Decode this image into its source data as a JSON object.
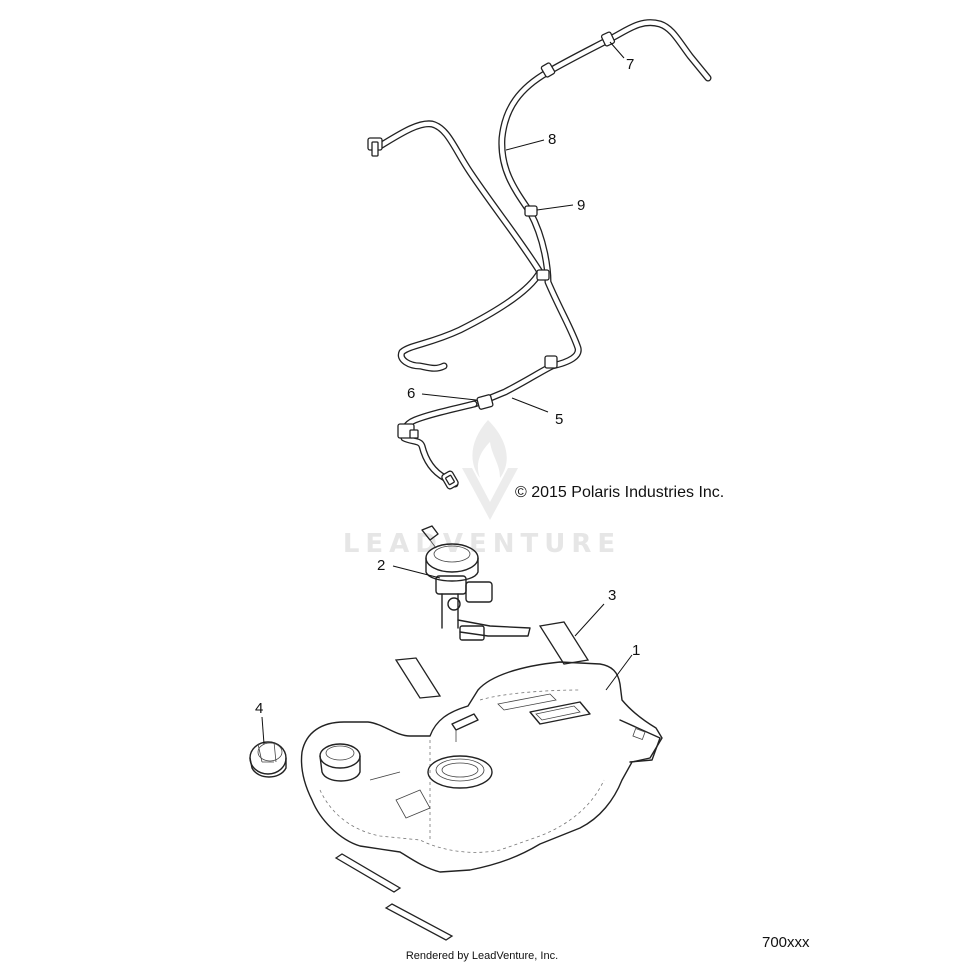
{
  "callouts": {
    "c1": "1",
    "c2": "2",
    "c3": "3",
    "c4": "4",
    "c5": "5",
    "c6": "6",
    "c7": "7",
    "c8": "8",
    "c9": "9"
  },
  "copyright": "© 2015 Polaris Industries Inc.",
  "watermark": "LEADVENTURE",
  "reference_code": "700xxx",
  "footer": "Rendered by LeadVenture, Inc."
}
